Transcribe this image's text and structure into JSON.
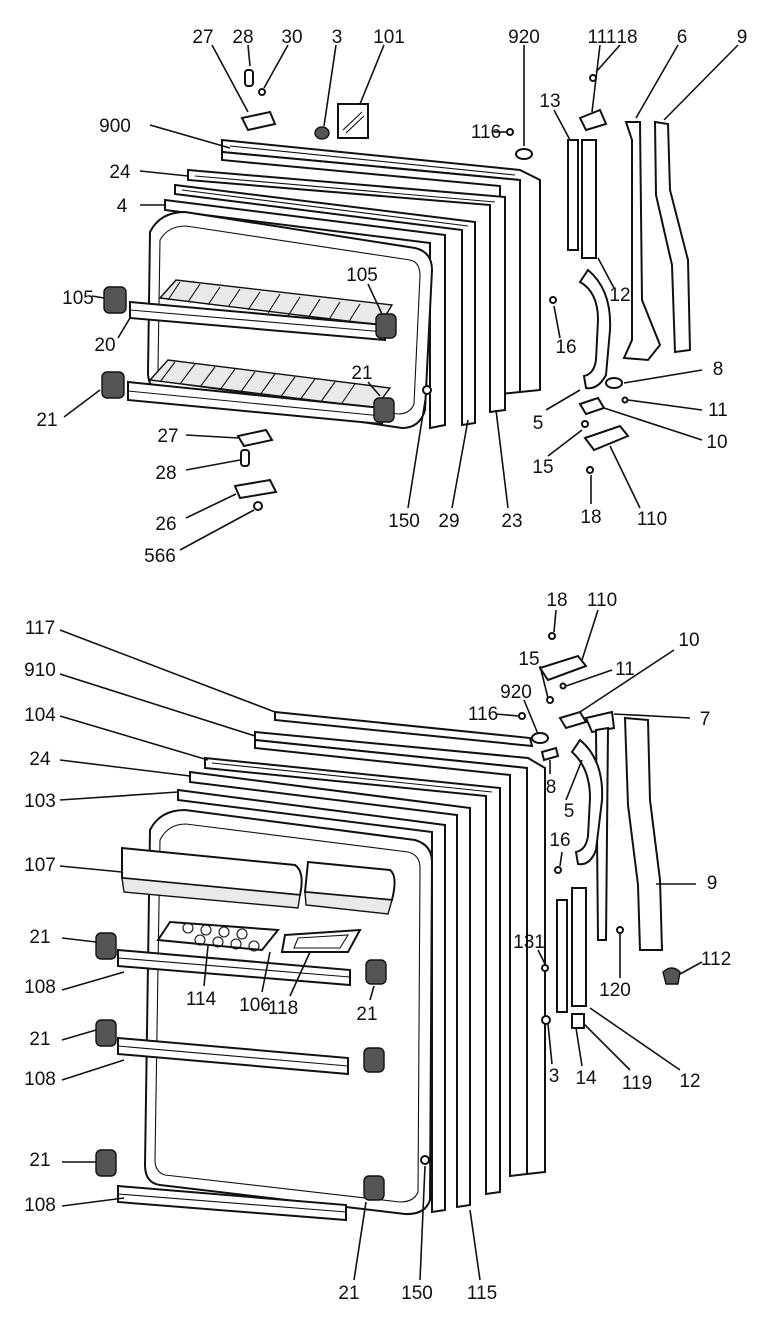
{
  "upper_labels": [
    "27",
    "28",
    "30",
    "3",
    "101",
    "920",
    "111",
    "18",
    "6",
    "9",
    "900",
    "116",
    "13",
    "24",
    "4",
    "105",
    "105",
    "12",
    "16",
    "20",
    "21",
    "8",
    "21",
    "11",
    "5",
    "10",
    "27",
    "15",
    "28",
    "110",
    "18",
    "150",
    "29",
    "23",
    "26",
    "566"
  ],
  "lower_labels": [
    "18",
    "110",
    "117",
    "15",
    "11",
    "10",
    "910",
    "920",
    "116",
    "104",
    "7",
    "24",
    "8",
    "5",
    "103",
    "16",
    "107",
    "9",
    "131",
    "21",
    "112",
    "120",
    "108",
    "114",
    "106",
    "118",
    "21",
    "21",
    "3",
    "14",
    "119",
    "12",
    "108",
    "21",
    "108",
    "21",
    "150",
    "115"
  ]
}
